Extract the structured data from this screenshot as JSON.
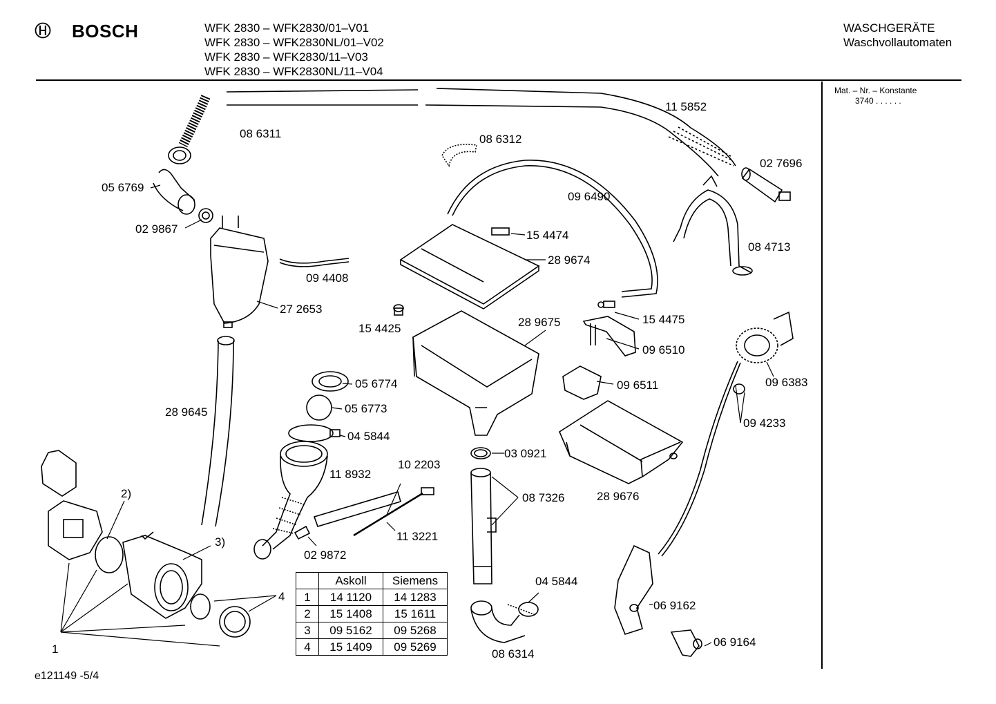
{
  "header": {
    "brand": "BOSCH",
    "models": [
      "WFK 2830 – WFK2830/01–V01",
      "WFK 2830 – WFK2830NL/01–V02",
      "WFK 2830 – WFK2830/11–V03",
      "WFK 2830 – WFK2830NL/11–V04"
    ],
    "category": "WASCHGERÄTE",
    "subcategory": "Waschvollautomaten"
  },
  "sidebar": {
    "mat_label": "Mat. – Nr. – Konstante",
    "mat_value": "3740  .  .  .  .  .  ."
  },
  "parts": {
    "p115852": "11 5852",
    "p086311": "08 6311",
    "p086312": "08 6312",
    "p027696": "02 7696",
    "p056769": "05 6769",
    "p096490": "09 6490",
    "p029867": "02 9867",
    "p154474": "15 4474",
    "p084713": "08 4713",
    "p289674": "28 9674",
    "p094408": "09 4408",
    "p272653": "27 2653",
    "p154425": "15 4425",
    "p289675": "28 9675",
    "p154475": "15 4475",
    "p096510": "09 6510",
    "p096383": "09 6383",
    "p056774": "05 6774",
    "p096511": "09 6511",
    "p289645": "28 9645",
    "p056773": "05 6773",
    "p094233": "09 4233",
    "p045844a": "04 5844",
    "p030921": "03 0921",
    "p102203": "10 2203",
    "p289676": "28 9676",
    "p118932": "11 8932",
    "p087326": "08 7326",
    "p113221": "11 3221",
    "p029872": "02 9872",
    "p045844b": "04 5844",
    "p069162": "06 9162",
    "p086314": "08 6314",
    "p069164": "06 9164",
    "ref1": "1",
    "ref2": "2)",
    "ref3": "3)",
    "ref4": "4"
  },
  "table": {
    "headers": [
      "",
      "Askoll",
      "Siemens"
    ],
    "rows": [
      [
        "1",
        "14 1120",
        "14 1283"
      ],
      [
        "2",
        "15 1408",
        "15 1611"
      ],
      [
        "3",
        "09 5162",
        "09 5268"
      ],
      [
        "4",
        "15 1409",
        "09 5269"
      ]
    ]
  },
  "footer": {
    "doc_id": "e121149 -5/4"
  }
}
